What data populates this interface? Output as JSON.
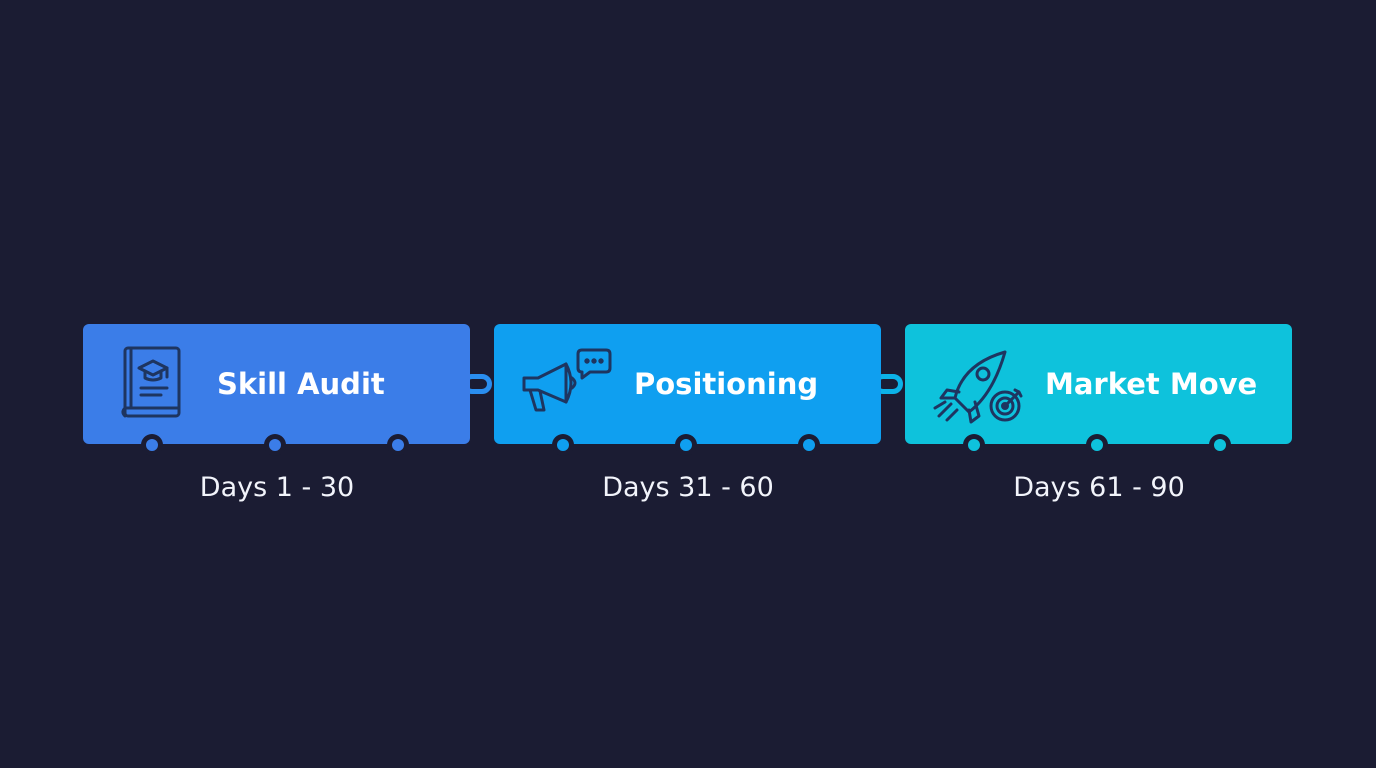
{
  "phases": [
    {
      "title": "Skill Audit",
      "period": "Days 1 - 30",
      "color": "#3b7de8",
      "icon": "book-graduation-cap-icon"
    },
    {
      "title": "Positioning",
      "period": "Days 31 - 60",
      "color": "#0f9ff0",
      "icon": "megaphone-chat-icon"
    },
    {
      "title": "Market Move",
      "period": "Days 61 - 90",
      "color": "#0ec2dc",
      "icon": "rocket-target-icon"
    }
  ],
  "colors": {
    "background": "#1b1c33",
    "icon_stroke": "#1e3560"
  }
}
